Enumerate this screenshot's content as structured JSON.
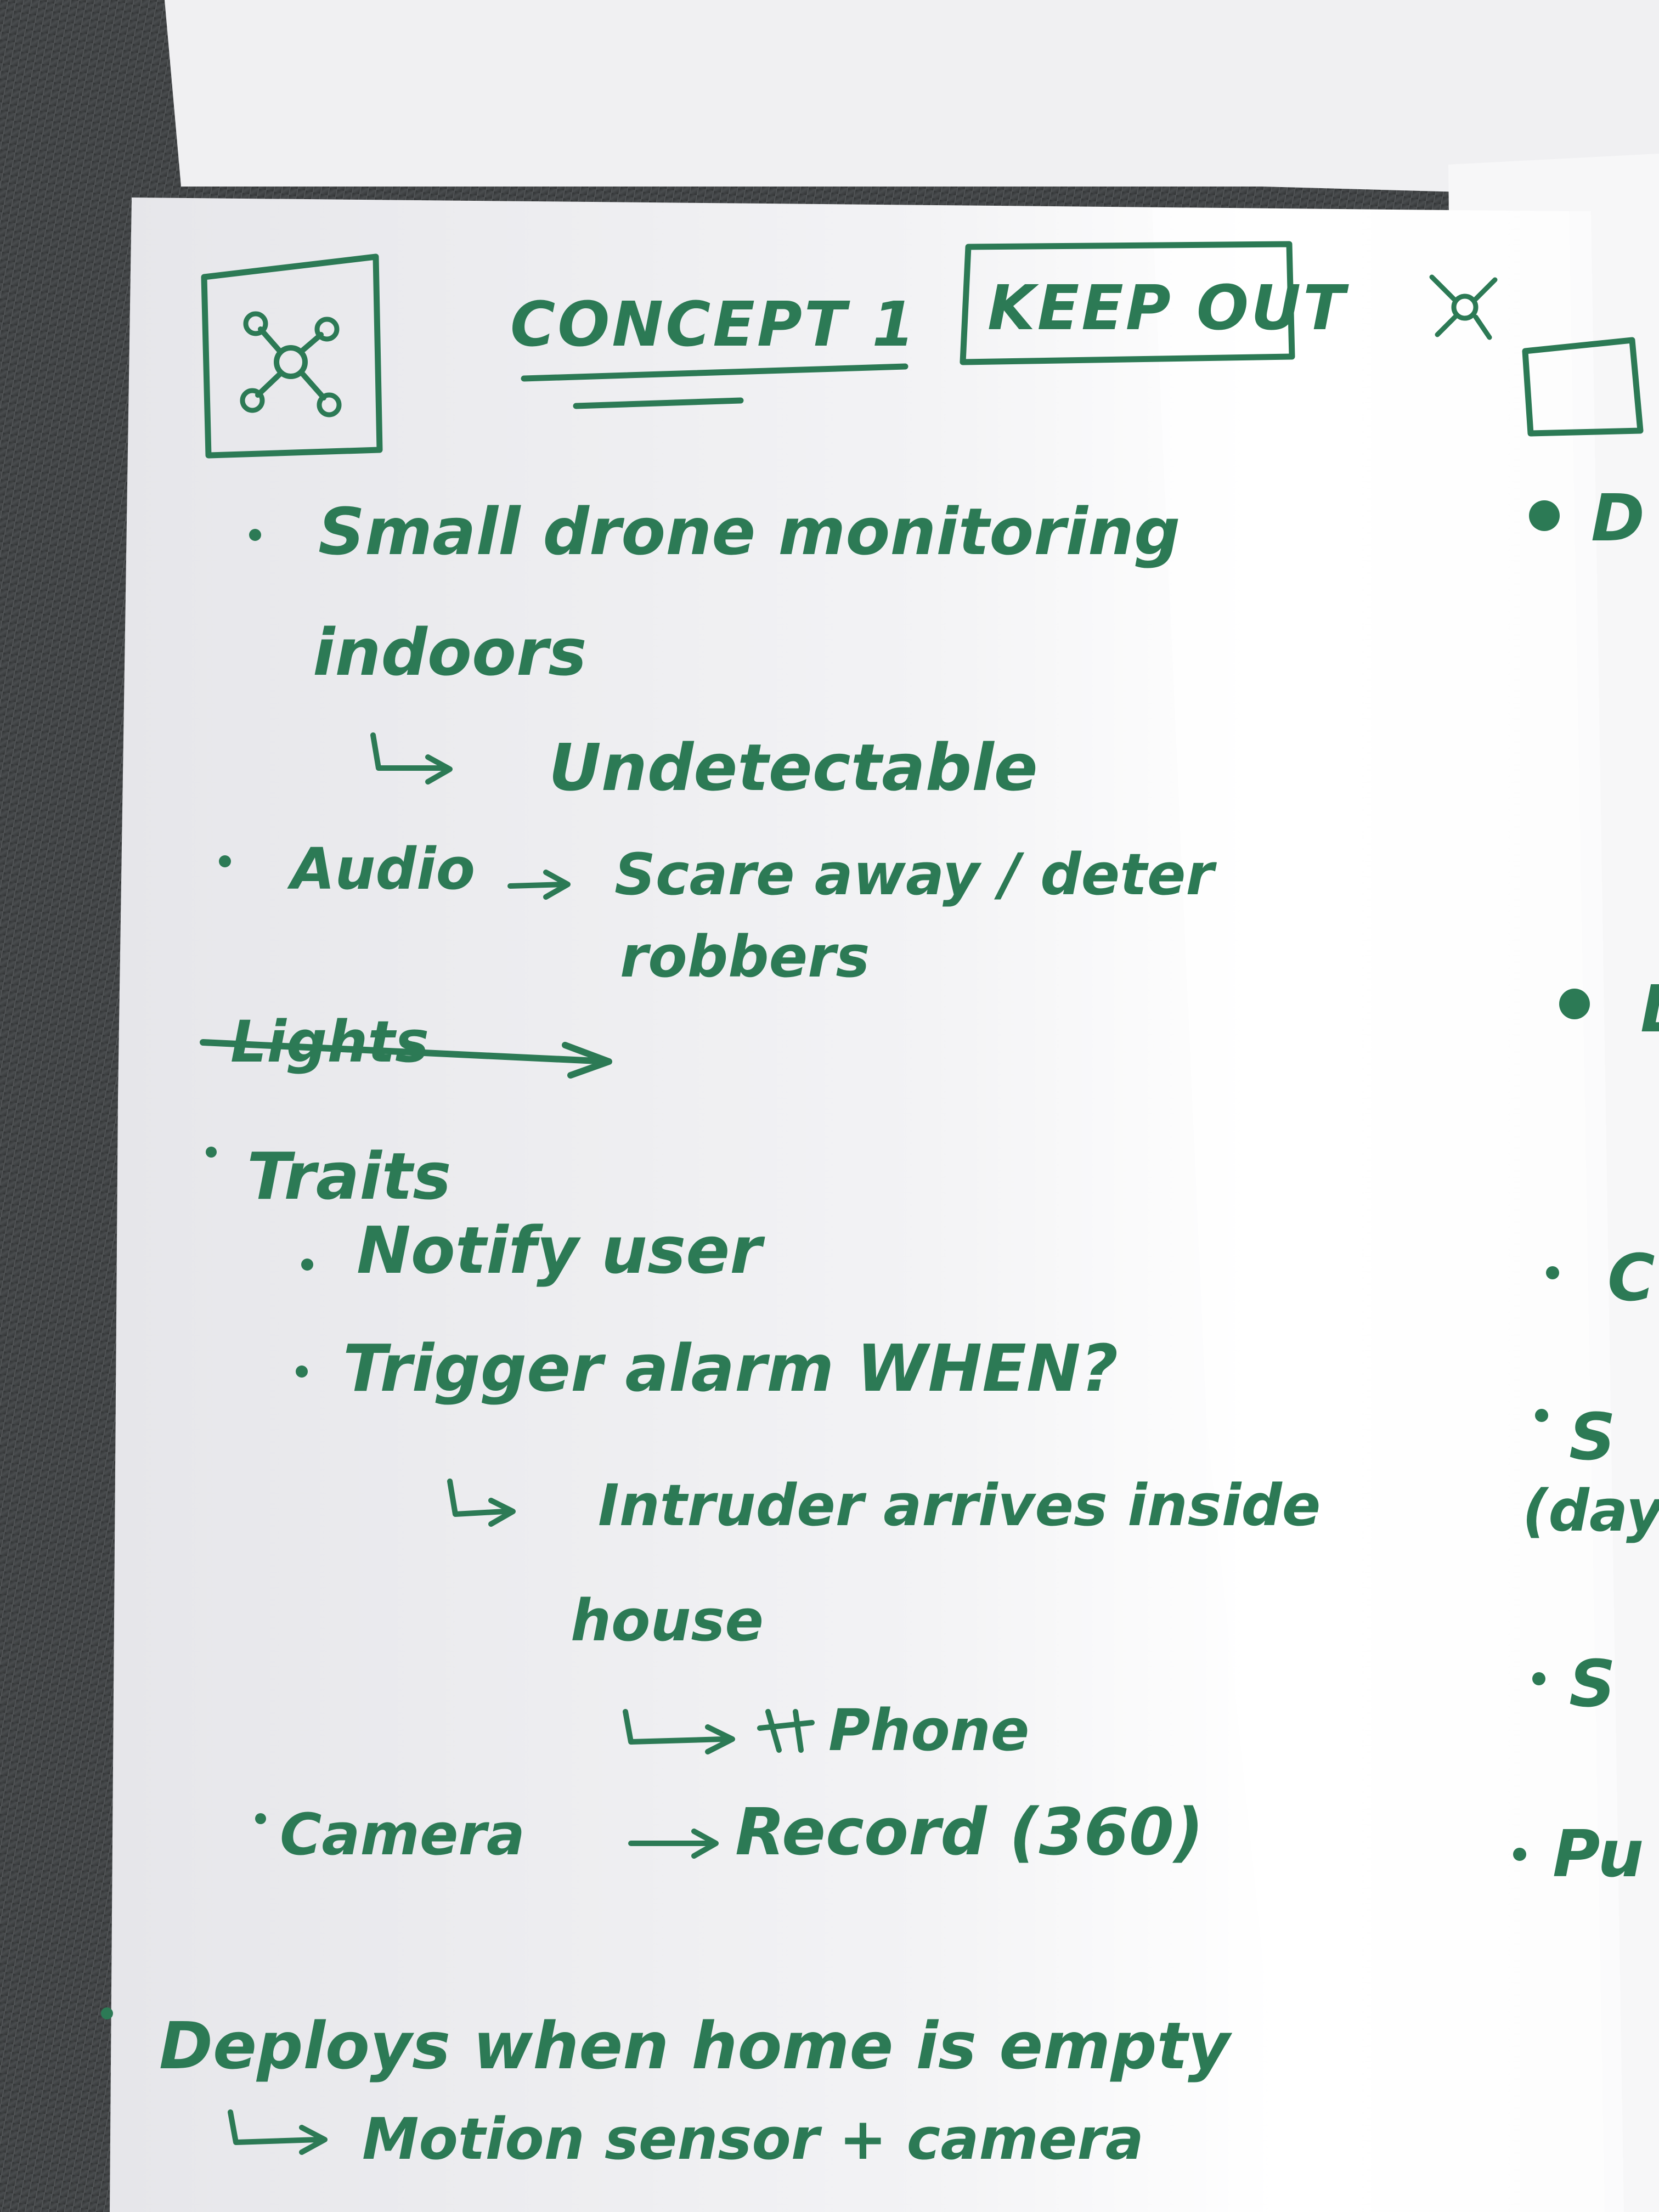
{
  "note": {
    "title": "CONCEPT 1",
    "tag": "KEEP OUT",
    "icon": "drone-icon",
    "ink_color": "#2c7a55",
    "lines": {
      "l1": "Small drone monitoring",
      "l2": "indoors",
      "l3": "Undetectable",
      "l4a": "Audio",
      "l4b": "Scare away / deter",
      "l5": "robbers",
      "l6": "Lights",
      "l7": "Traits",
      "l8": "Notify user",
      "l9": "Trigger alarm WHEN?",
      "l10": "Intruder arrives inside",
      "l11": "house",
      "l12": "Phone",
      "l13a": "Camera",
      "l13b": "Record (360)",
      "l14": "Deploys when home is empty",
      "l15": "Motion sensor + camera"
    }
  },
  "adjacent_page": {
    "icon": "drone-icon",
    "fragments": [
      "D",
      "L",
      "C",
      "S",
      "(day",
      "S",
      "Pu"
    ]
  }
}
